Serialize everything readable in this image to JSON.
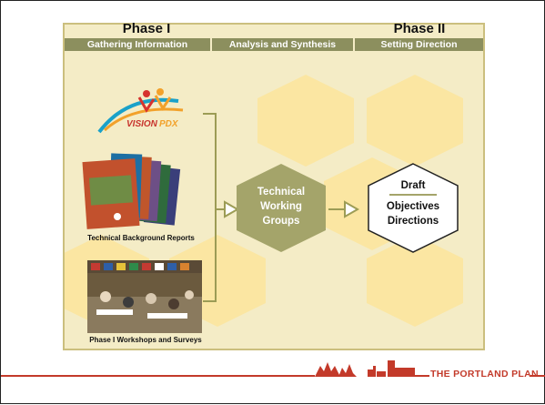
{
  "header": {
    "phase1_title": "Phase I",
    "phase2_title": "Phase II",
    "bar_gathering": "Gathering Information",
    "bar_analysis": "Analysis and Synthesis",
    "bar_setting": "Setting Direction"
  },
  "inputs": {
    "logo_word": "VISION",
    "logo_suffix": "PDX",
    "reports_caption": "Technical Background Reports",
    "workshops_caption": "Phase I Workshops and Surveys"
  },
  "center": {
    "line1": "Technical",
    "line2": "Working",
    "line3": "Groups"
  },
  "output": {
    "line1": "Draft",
    "line2": "Objectives",
    "line3": "Directions"
  },
  "footer": {
    "brand": "THE PORTLAND PLAN"
  },
  "colors": {
    "accent_olive": "#8c8f5e",
    "hex_fill_light": "#fbe6a2",
    "center_hex": "#a4a46a",
    "brand_red": "#c33a2a"
  }
}
